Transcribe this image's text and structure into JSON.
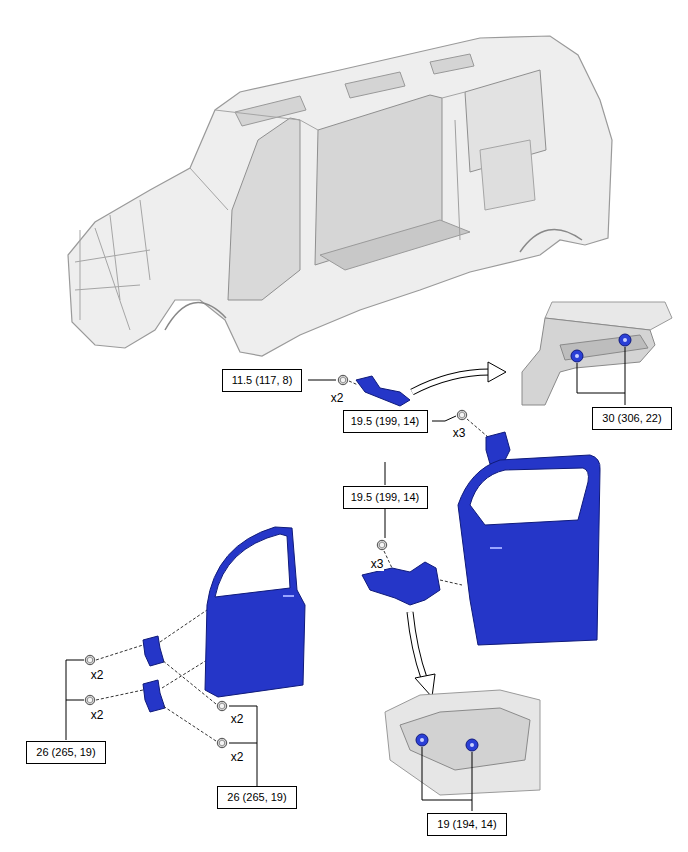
{
  "diagram": {
    "nodes": [
      {
        "text": [
          "11.5 (117, 8)"
        ]
      },
      {
        "text": [
          "19.5 (199, 14)"
        ]
      },
      {
        "text": [
          "30 (306, 22)"
        ]
      },
      {
        "text": [
          "19.5 (199, 14)"
        ]
      },
      {
        "text": [
          "26 (265, 19)"
        ]
      },
      {
        "text": [
          "26 (265, 19)"
        ]
      },
      {
        "text": [
          "19 (194, 14)"
        ]
      }
    ],
    "labels": [
      "x2",
      "x3",
      "x3",
      "x2",
      "x2",
      "x2",
      "x2"
    ]
  }
}
